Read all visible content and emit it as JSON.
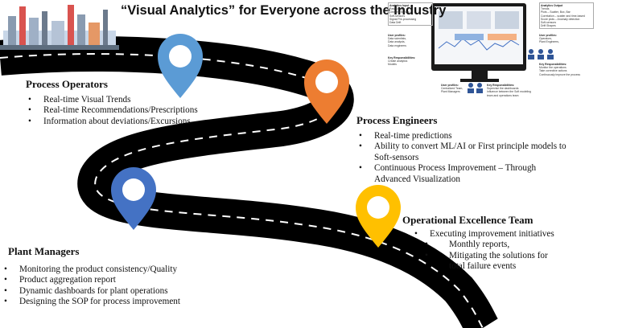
{
  "title": "“Visual Analytics” for Everyone across the Industry",
  "colors": {
    "road": "#000000",
    "lane_dash": "#ffffff",
    "pin_process_operators": "#5b9bd5",
    "pin_process_engineers": "#ed7d31",
    "pin_plant_managers": "#4472c4",
    "pin_operational_excellence": "#ffc000"
  },
  "sections": {
    "process_operators": {
      "heading": "Process Operators",
      "items": [
        "Real-time Visual Trends",
        "Real-time Recommendations/Prescriptions",
        "Information about deviations/Excursions"
      ]
    },
    "process_engineers": {
      "heading": "Process Engineers",
      "items": [
        "Real-time predictions",
        "Ability to convert ML/AI or First principle models to",
        "Soft-sensors",
        "Continuous Process Improvement – Through",
        "Advanced Visualization"
      ]
    },
    "operational_excellence": {
      "heading": "Operational Excellence Team",
      "items": [
        "Executing improvement initiatives",
        "Monthly reports,",
        "Mitigating the solutions for",
        "total failure events"
      ]
    },
    "plant_managers": {
      "heading": "Plant Managers",
      "items": [
        "Monitoring the product consistency/Quality",
        "Product aggregation report",
        "Dynamic dashboards for plant operations",
        "Designing the SOP for process improvement"
      ]
    }
  },
  "monitor": {
    "input_title": "Analytics Input –",
    "input_items": [
      "Raw Signals",
      "Cleaned Signals",
      "Soft-sensors",
      "Signal Pre-processing",
      "Data Drift"
    ],
    "output_title": "Analytics Output",
    "output_items": [
      "Trends",
      "Plots – Scatter, Box, Bar",
      "Correlation – scatter and time-based",
      "Score plots – Anomaly detection",
      "Soft-sensors",
      "Drift Shapes"
    ],
    "user_profiles_left_title": "User profiles:",
    "user_profiles_left": [
      "Data scientists,",
      "Data analysts,",
      "Data engineers"
    ],
    "key_resp_left_title": "Key Responsibilities:",
    "key_resp_left": [
      "Create analytics",
      "Models"
    ],
    "user_profiles_right_title": "User profiles:",
    "user_profiles_right": [
      "Operators,",
      "Plant Engineers,"
    ],
    "key_resp_right_title": "Key Responsibilities:",
    "key_resp_right": [
      "Monitor the operations",
      "Take corrective actions",
      "Continuously improve the process"
    ],
    "bottom_left_title": "User profiles:",
    "bottom_left": [
      "Centralized Team,",
      "Plant Managers"
    ],
    "bottom_right_title": "Key Responsibilities:",
    "bottom_right": [
      "Supervise the dashboards",
      "Influence between the Soft modeling",
      "team and operations team"
    ]
  }
}
